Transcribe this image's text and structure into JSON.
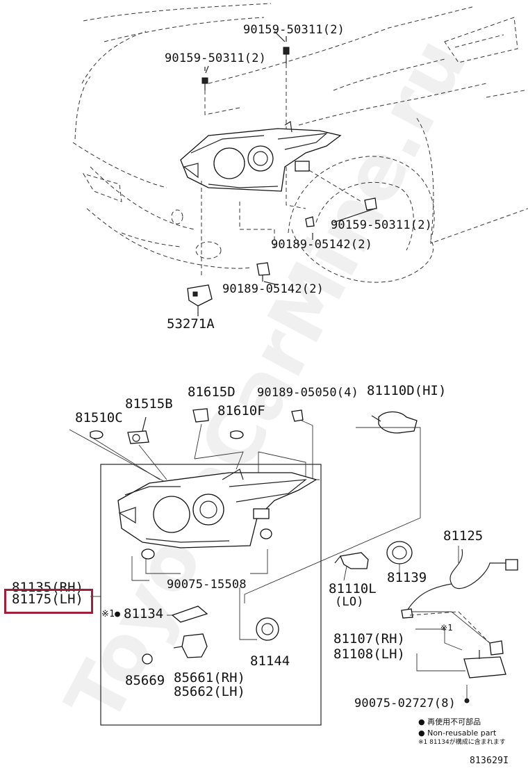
{
  "watermark": "ToyotaCarMine.ru",
  "labels": {
    "p90159_top": "90159-50311(2)",
    "p90159_left": "90159-50311(2)",
    "p90159_right": "90159-50311(2)",
    "p90189_05142_a": "90189-05142(2)",
    "p90189_05142_b": "90189-05142(2)",
    "p53271A": "53271A",
    "p81615D": "81615D",
    "p90189_05050": "90189-05050(4)",
    "p81110D": "81110D(HI)",
    "p81515B": "81515B",
    "p81610F": "81610F",
    "p81510C": "81510C",
    "p81125": "81125",
    "p81135": "81135(RH)",
    "p81175": "81175(LH)",
    "p90075_15508": "90075-15508",
    "p81110L": "81110L",
    "p81110L_sub": "(LO)",
    "p81139": "81139",
    "p81134_mark": "※1●",
    "p81134": "81134",
    "p81107": "81107(RH)",
    "p81108": "81108(LH)",
    "p81107_mark": "※1",
    "p81144": "81144",
    "p85669": "85669",
    "p85661": "85661(RH)",
    "p85662": "85662(LH)",
    "p90075_02727": "90075-02727(8)",
    "legend_jp": "● 再使用不可部品",
    "legend_en": "● Non-reusable part",
    "legend_note": "※1 81134が構成に含まれます",
    "fig_id": "813629I"
  },
  "highlight": {
    "part": "81175(LH)",
    "color": "#a0203c"
  }
}
